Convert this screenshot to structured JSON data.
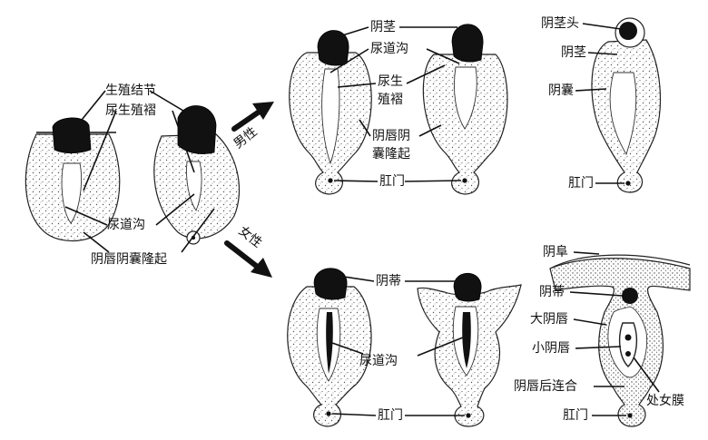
{
  "labels": {
    "genital_tubercle": "生殖结节",
    "urogenital_fold": "尿生殖褶",
    "urethral_groove": "尿道沟",
    "labioscrotal_swelling": "阴唇阴囊隆起",
    "male": "男性",
    "female": "女性",
    "male_mid": {
      "penis": "阴茎",
      "urethral_groove": "尿道沟",
      "urogenital_fold_line1": "尿生",
      "urogenital_fold_line2": "殖褶",
      "labioscrotal_line1": "阴唇阴",
      "labioscrotal_line2": "囊隆起",
      "anus": "肛门"
    },
    "male_final": {
      "glans": "阴茎头",
      "penis": "阴茎",
      "scrotum": "阴囊",
      "anus": "肛门"
    },
    "female_mid": {
      "clitoris": "阴蒂",
      "urethral_groove": "尿道沟",
      "anus": "肛门"
    },
    "female_final": {
      "mons_pubis": "阴阜",
      "clitoris": "阴蒂",
      "labia_majora": "大阴唇",
      "labia_minora": "小阴唇",
      "posterior_commissure": "阴唇后连合",
      "hymen": "处女膜",
      "anus": "肛门"
    }
  },
  "colors": {
    "ink": "#111111",
    "background": "#ffffff",
    "stipple": "#555555"
  }
}
